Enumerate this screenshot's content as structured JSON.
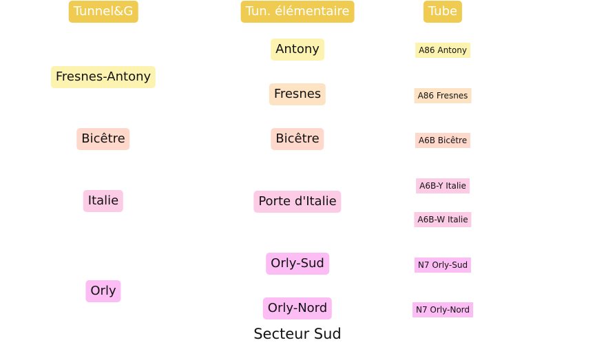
{
  "headers": [
    {
      "label": "Tunnel&G",
      "color": "#EFCB52"
    },
    {
      "label": "Tun. élémentaire",
      "color": "#EFCB52"
    },
    {
      "label": "Tube",
      "color": "#EFCB52"
    }
  ],
  "col1": [
    {
      "label": "Fresnes-Antony",
      "color": "#FDF3B0"
    },
    {
      "label": "Bicêtre",
      "color": "#FDD8CB"
    },
    {
      "label": "Italie",
      "color": "#FCCBE5"
    },
    {
      "label": "Orly",
      "color": "#FBBDF3"
    }
  ],
  "col2": [
    {
      "label": "Antony",
      "color": "#FDF3B0"
    },
    {
      "label": "Fresnes",
      "color": "#FDE3C3"
    },
    {
      "label": "Bicêtre",
      "color": "#FDD8CB"
    },
    {
      "label": "Porte d'Italie",
      "color": "#FCCBE5"
    },
    {
      "label": "Orly-Sud",
      "color": "#FBBDF3"
    },
    {
      "label": "Orly-Nord",
      "color": "#FBBDF3"
    }
  ],
  "col3": [
    {
      "label": "A86 Antony",
      "color": "#FDF3B0"
    },
    {
      "label": "A86 Fresnes",
      "color": "#FDE3C3"
    },
    {
      "label": "A6B Bicêtre",
      "color": "#FDD8CB"
    },
    {
      "label": "A6B-Y Italie",
      "color": "#FCCBE5"
    },
    {
      "label": "A6B-W Italie",
      "color": "#FCCBE5"
    },
    {
      "label": "N7 Orly-Sud",
      "color": "#FBBDF3"
    },
    {
      "label": "N7 Orly-Nord",
      "color": "#FBBDF3"
    }
  ],
  "footer": "Secteur Sud"
}
